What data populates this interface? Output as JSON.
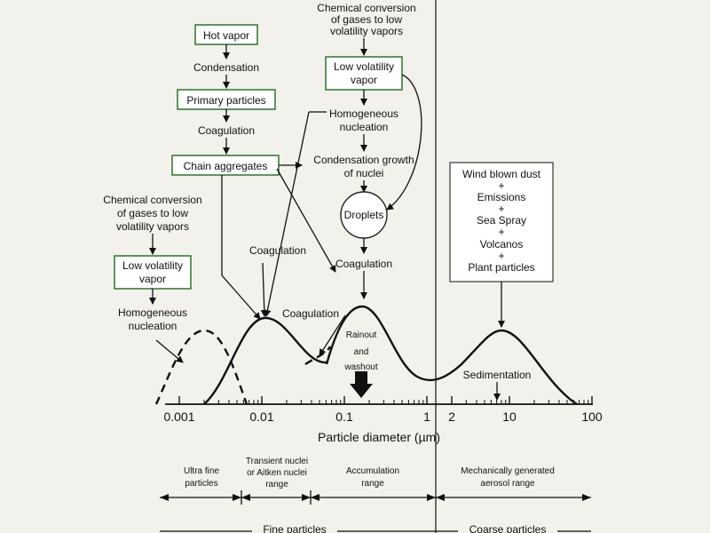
{
  "top_chain": {
    "chem_top_1": "Chemical conversion",
    "chem_top_2": "of gases to low",
    "chem_top_3": "volatility vapors",
    "hot_vapor": "Hot vapor",
    "condensation": "Condensation",
    "primary_particles": "Primary particles",
    "coagulation_1": "Coagulation",
    "chain_aggregates": "Chain aggregates"
  },
  "middle_chain": {
    "low_vol_1": "Low volatility",
    "low_vol_2": "vapor",
    "homog_1": "Homogeneous",
    "homog_2": "nucleation",
    "cond_growth_1": "Condensation growth",
    "cond_growth_2": "of nuclei",
    "droplets": "Droplets",
    "coagulation_2": "Coagulation"
  },
  "left_chain": {
    "chem_1": "Chemical conversion",
    "chem_2": "of gases to low",
    "chem_3": "volatility vapors",
    "low_vol_1": "Low volatility",
    "low_vol_2": "vapor",
    "homog_1": "Homogeneous",
    "homog_2": "nucleation",
    "coagulation_left": "Coagulation"
  },
  "plot_labels": {
    "coagulation_peak": "Coagulation",
    "rainout_1": "Rainout",
    "rainout_2": "and",
    "rainout_3": "washout",
    "sedimentation": "Sedimentation"
  },
  "coarse_sources": {
    "line1": "Wind blown dust",
    "plus1": "+",
    "line2": "Emissions",
    "plus2": "+",
    "line3": "Sea Spray",
    "plus3": "+",
    "line4": "Volcanos",
    "plus4": "+",
    "line5": "Plant particles"
  },
  "axis": {
    "xlabel": "Particle diameter (µm)",
    "ticks": [
      "0.001",
      "0.01",
      "0.1",
      "1",
      "2",
      "10",
      "100"
    ]
  },
  "ranges": {
    "ultra_fine_1": "Ultra fine",
    "ultra_fine_2": "particles",
    "transient_1": "Transient nuclei",
    "transient_2": "or Aitken nuclei",
    "transient_3": "range",
    "accum_1": "Accumulation",
    "accum_2": "range",
    "mech_1": "Mechanically generated",
    "mech_2": "aerosol range",
    "fine": "Fine particles",
    "coarse": "Coarse particles"
  },
  "colors": {
    "line": "#111111",
    "box_border_green": "#3d7a3d",
    "background": "#f2f1ec"
  }
}
